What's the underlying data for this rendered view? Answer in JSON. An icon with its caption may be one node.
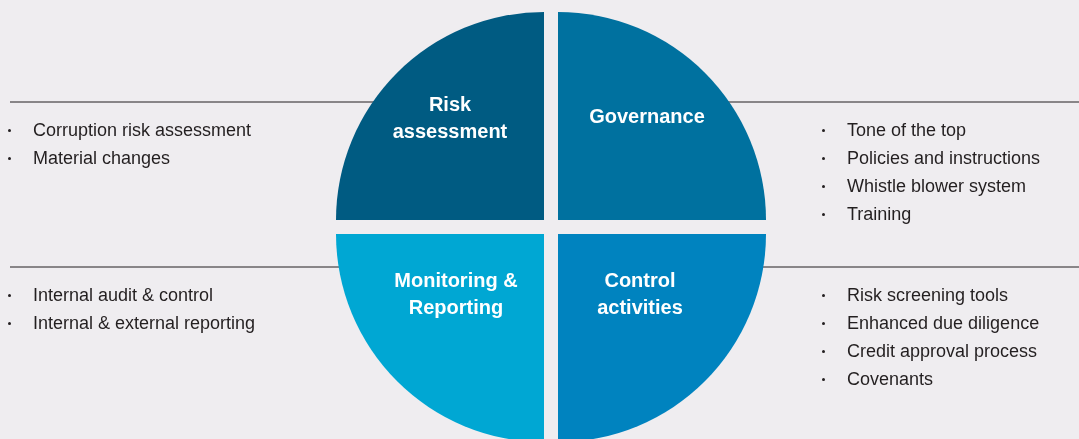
{
  "diagram": {
    "nodes": [
      {
        "text": [
          "Risk assessment"
        ]
      },
      {
        "text": [
          "Governance"
        ]
      },
      {
        "text": [
          "Monitoring & Reporting"
        ]
      },
      {
        "text": [
          "Control activities"
        ]
      }
    ],
    "labels": [
      "Corruption risk assessment",
      "Material changes",
      "Tone of the top",
      "Policies and instructions",
      "Whistle blower system",
      "Training",
      "Internal audit & control",
      "Internal & external reporting",
      "Risk screening tools",
      "Enhanced due diligence",
      "Credit approval process",
      "Covenants"
    ]
  }
}
